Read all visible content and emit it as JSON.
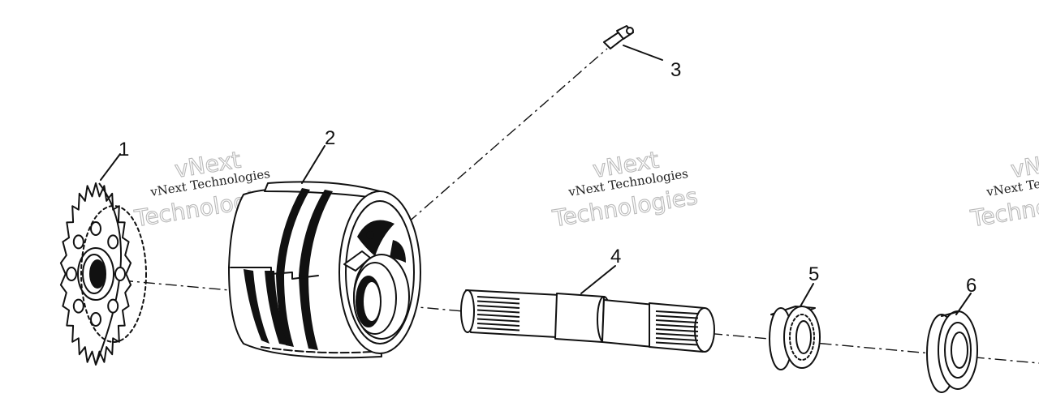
{
  "diagram": {
    "callouts": [
      {
        "id": "1",
        "text": "1"
      },
      {
        "id": "2",
        "text": "2"
      },
      {
        "id": "3",
        "text": "3"
      },
      {
        "id": "4",
        "text": "4"
      },
      {
        "id": "5",
        "text": "5"
      },
      {
        "id": "6",
        "text": "6"
      }
    ],
    "watermarks": [
      {
        "line1": "vNext",
        "line2": "vNext Technologies",
        "line3": "Technologies"
      },
      {
        "line1": "vNext",
        "line2": "vNext Technologies",
        "line3": "Technologies"
      },
      {
        "line1": "vNext",
        "line2": "vNext Technologies",
        "line3": "Technologies"
      }
    ],
    "colors": {
      "ink": "#111111",
      "paper": "#ffffff",
      "watermark": "#b9b9b9"
    }
  }
}
